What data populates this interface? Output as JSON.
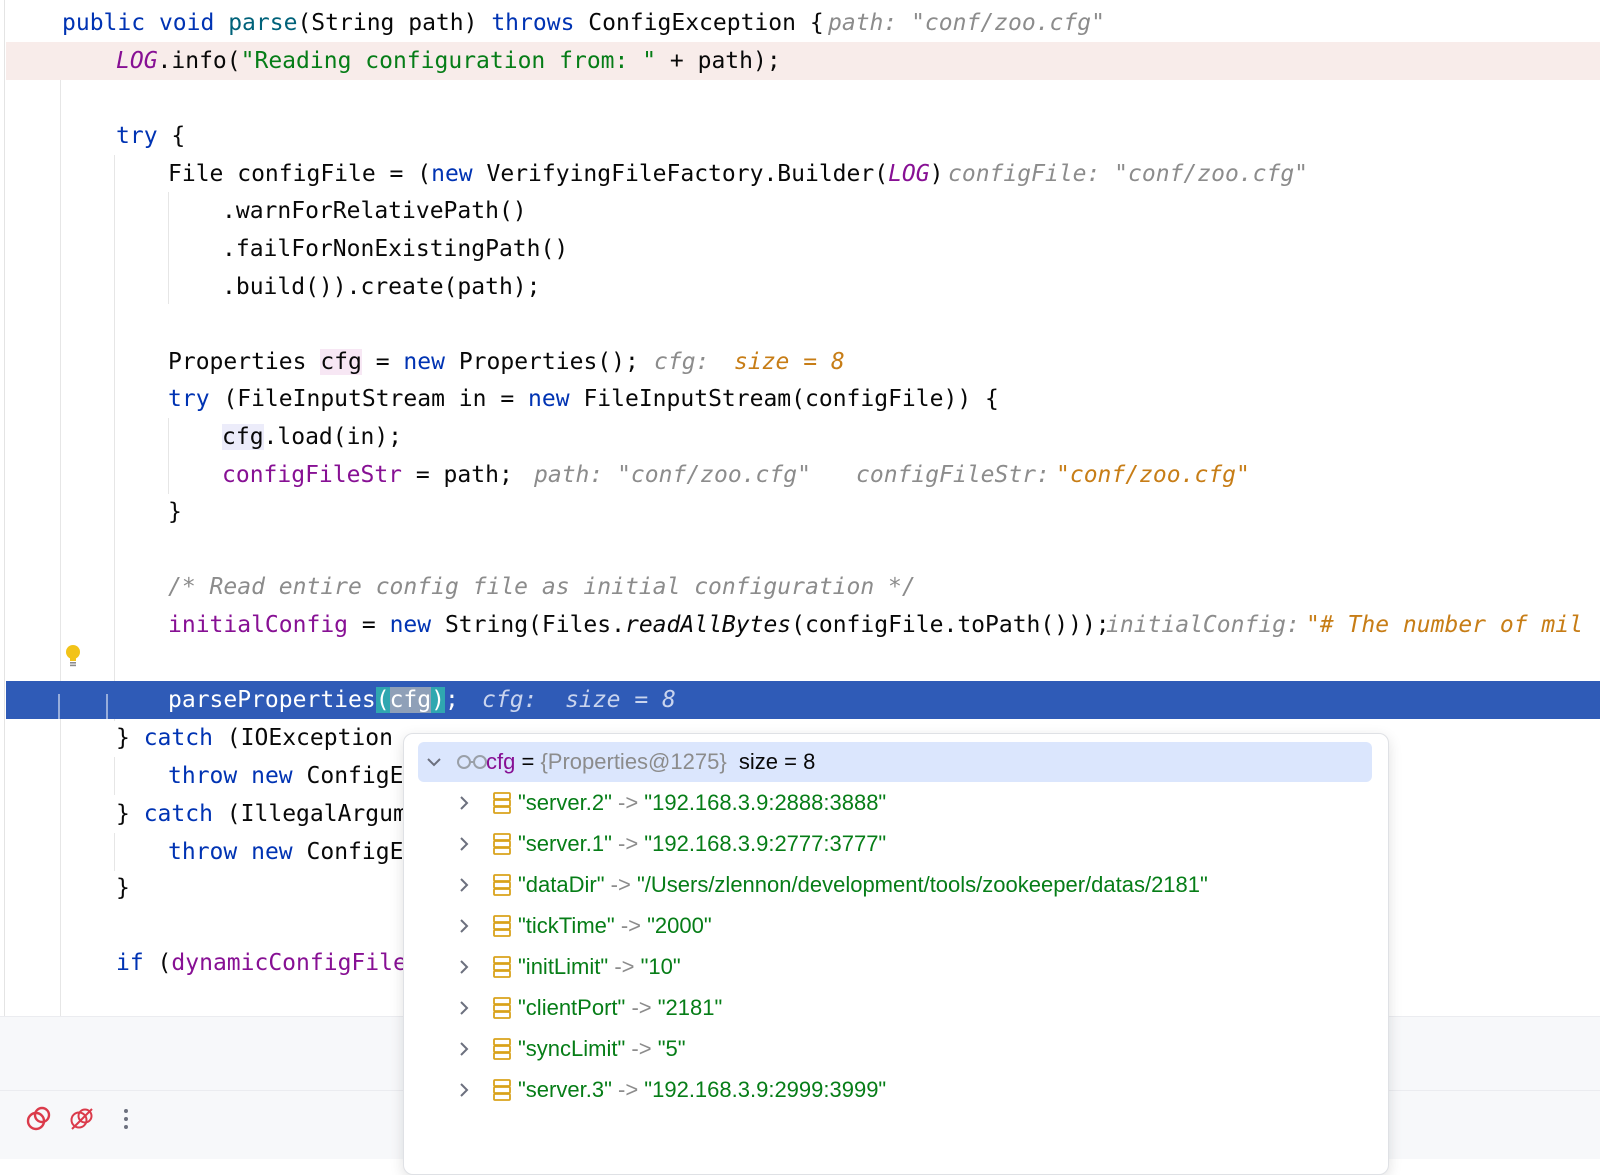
{
  "code": {
    "l1": {
      "kw1": "public",
      "kw2": "void",
      "fn": "parse",
      "p1": "(String path) ",
      "kw3": "throws",
      "p2": " ConfigException {",
      "inlay": "path: \"conf/zoo.cfg\""
    },
    "l2": {
      "log": "LOG",
      "p1": ".info(",
      "str": "\"Reading configuration from: \"",
      "p2": " + path);"
    },
    "l4": {
      "kw": "try",
      "p": " {"
    },
    "l5": {
      "p1": "File configFile = (",
      "kw": "new",
      "p2": " VerifyingFileFactory.Builder(",
      "log": "LOG",
      "p3": ")",
      "inlay": "configFile: \"conf/zoo.cfg\""
    },
    "l6": ".warnForRelativePath()",
    "l7": ".failForNonExistingPath()",
    "l8": ".build()).create(path);",
    "l10": {
      "p1": "Properties ",
      "cfg": "cfg",
      "p2": " = ",
      "kw": "new",
      "p3": " Properties();",
      "inlay": "cfg:",
      "inlay_val": "size = 8"
    },
    "l11": {
      "kw1": "try",
      "p1": " (FileInputStream in = ",
      "kw2": "new",
      "p2": " FileInputStream(configFile)) {"
    },
    "l12": {
      "cfg": "cfg",
      "p": ".load(in);"
    },
    "l13": {
      "fld": "configFileStr",
      "p": " = path;",
      "inlay1": "path: \"conf/zoo.cfg\"",
      "inlay2": "configFileStr:",
      "inlay2_val": "\"conf/zoo.cfg\""
    },
    "l14": "}",
    "l16": "/* Read entire config file as initial configuration */",
    "l17": {
      "fld": "initialConfig",
      "p1": " = ",
      "kw": "new",
      "p2": " String(Files.",
      "ital": "readAllBytes",
      "p3": "(configFile.toPath()));",
      "inlay": "initialConfig:",
      "inlay_val": "\"# The number of mil"
    },
    "l19": {
      "fn": "parseProperties",
      "open": "(",
      "arg": "cfg",
      "close": ")",
      "semi": ";",
      "inlay": "cfg:  size = 8"
    },
    "l20": {
      "p1": "} ",
      "kw": "catch",
      "p2": " (IOException"
    },
    "l21": {
      "kw1": "throw",
      "kw2": "new",
      "p": " ConfigE"
    },
    "l22": {
      "p1": "} ",
      "kw": "catch",
      "p2": " (IllegalArgum"
    },
    "l23": {
      "kw1": "throw",
      "kw2": "new",
      "p": " ConfigE"
    },
    "l24": "}",
    "l26": {
      "kw": "if",
      "p1": " (",
      "fld": "dynamicConfigFile"
    }
  },
  "popup": {
    "root": {
      "name": "cfg",
      "eq": " = ",
      "type": "{Properties@1275}",
      "size": "size = 8"
    },
    "entries": [
      {
        "key": "\"server.2\"",
        "arrow": " -> ",
        "value": "\"192.168.3.9:2888:3888\""
      },
      {
        "key": "\"server.1\"",
        "arrow": " -> ",
        "value": "\"192.168.3.9:2777:3777\""
      },
      {
        "key": "\"dataDir\"",
        "arrow": " -> ",
        "value": "\"/Users/zlennon/development/tools/zookeeper/datas/2181\""
      },
      {
        "key": "\"tickTime\"",
        "arrow": " -> ",
        "value": "\"2000\""
      },
      {
        "key": "\"initLimit\"",
        "arrow": " -> ",
        "value": "\"10\""
      },
      {
        "key": "\"clientPort\"",
        "arrow": " -> ",
        "value": "\"2181\""
      },
      {
        "key": "\"syncLimit\"",
        "arrow": " -> ",
        "value": "\"5\""
      },
      {
        "key": "\"server.3\"",
        "arrow": " -> ",
        "value": "\"192.168.3.9:2999:3999\""
      }
    ]
  },
  "toolbar": {
    "icons": [
      "breakpoints-icon",
      "mute-breakpoints-icon",
      "more-options-icon"
    ]
  },
  "colors": {
    "execution_line": "#2f5bb7",
    "error_line": "#f8ecea",
    "keyword": "#0033b3",
    "string": "#067d17",
    "field": "#871094",
    "inlay_value": "#c77d16"
  }
}
